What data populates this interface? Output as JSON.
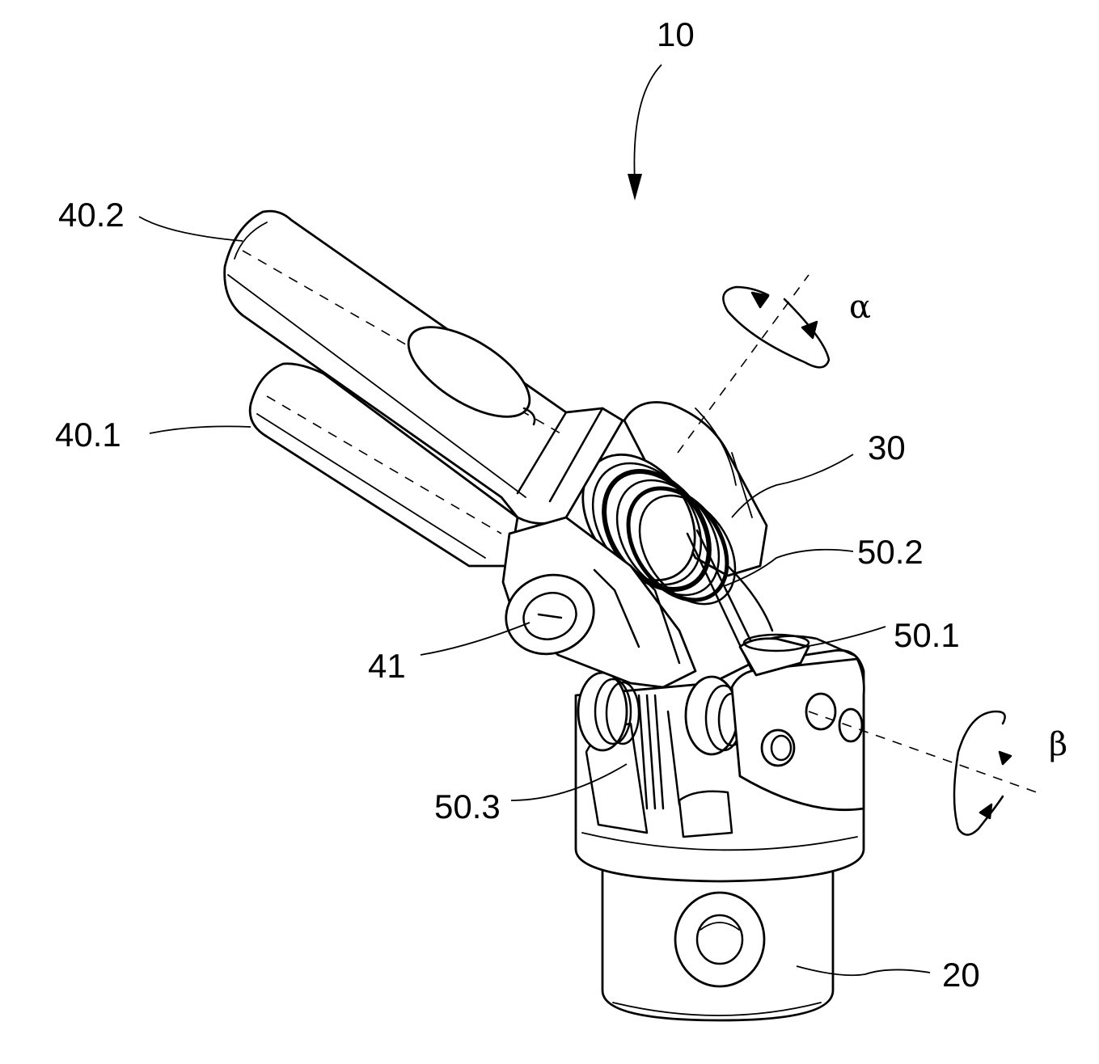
{
  "figure": {
    "labels": {
      "assembly": "10",
      "jaw_upper": "40.2",
      "jaw_lower": "40.1",
      "housing": "30",
      "cable_upper": "50.2",
      "cable_middle": "50.1",
      "cable_lower": "50.3",
      "pin": "41",
      "base": "20"
    },
    "rotation_axes": {
      "alpha": "α",
      "beta": "β"
    }
  }
}
